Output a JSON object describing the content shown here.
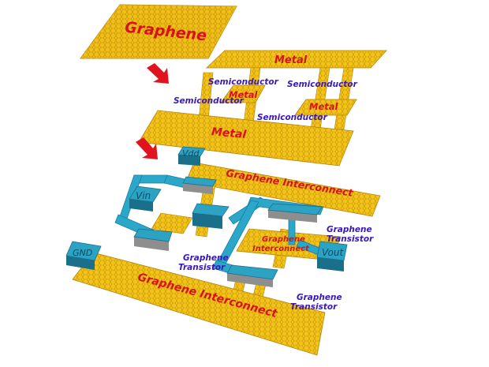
{
  "colors": {
    "gold": "#f2c41a",
    "gold_dark": "#d9a20c",
    "gold_edge": "#b88408",
    "wire": "#2aa7c9",
    "wire_dark": "#1b7fa0",
    "pad": "#2da3c4",
    "pad_side": "#1a6f8a",
    "gray_side": "#8e8e8e",
    "red_label": "#d8121c",
    "blue_label": "#3a18b8",
    "arrow": "#e0141e"
  },
  "icons": {
    "step_arrow_1": "down-arrow-icon",
    "step_arrow_2": "down-arrow-icon"
  },
  "layer1": {
    "graphene": "Graphene"
  },
  "layer2": {
    "metal_top": "Metal",
    "semi_1": "Semiconductor",
    "semi_2": "Semiconductor",
    "metal_mid_left": "Metal",
    "semi_3": "Semiconductor",
    "metal_mid_right": "Metal",
    "semi_4": "Semiconductor",
    "metal_bottom": "Metal"
  },
  "layer3": {
    "vdd": "Vdd",
    "vin": "Vin",
    "gnd": "GND",
    "vout": "Vout",
    "interconnect_top": "Graphene Interconnect",
    "interconnect_mid_line1": "Graphene",
    "interconnect_mid_line2": "Interconnect",
    "interconnect_bottom": "Graphene Interconnect",
    "transistor_a_line1": "Graphene",
    "transistor_a_line2": "Transistor",
    "transistor_b_line1": "Graphene",
    "transistor_b_line2": "Transistor",
    "transistor_c_line1": "Graphene",
    "transistor_c_line2": "Transistor"
  }
}
